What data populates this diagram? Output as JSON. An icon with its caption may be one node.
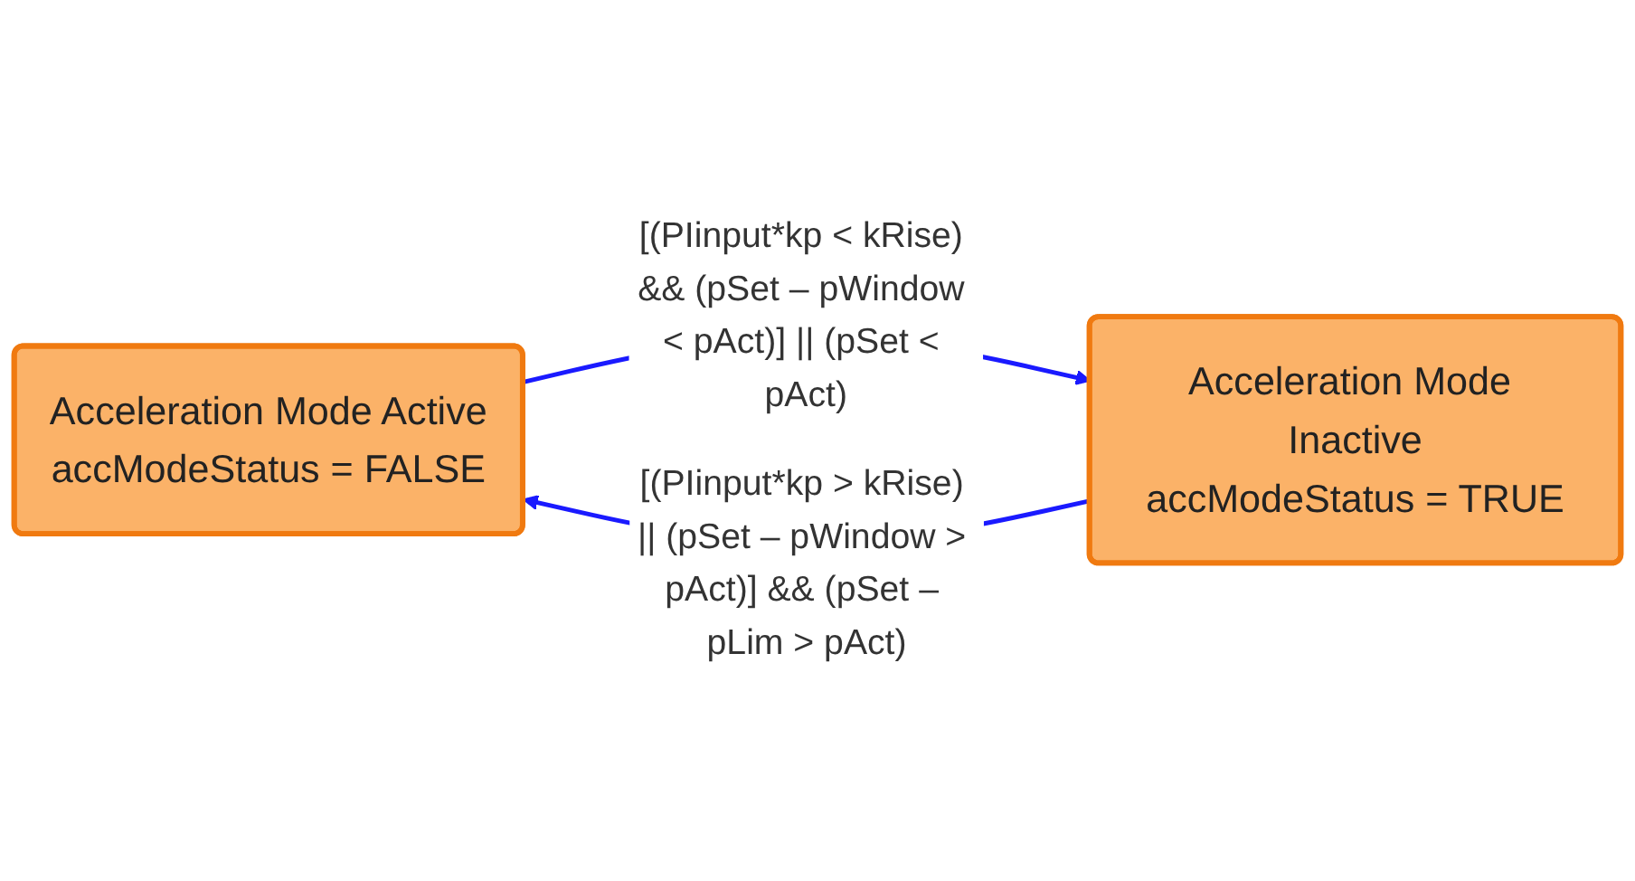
{
  "diagram": {
    "nodes": [
      {
        "text": [
          "Acceleration Mode Active",
          "accModeStatus = FALSE"
        ]
      },
      {
        "text": [
          "Acceleration Mode Inactive",
          "accModeStatus = TRUE"
        ]
      }
    ],
    "edges": [
      {
        "from": 0,
        "to": 1,
        "arrow": "to",
        "label": "[(PIinput*kp < kRise) && (pSet – pWindow < pAct)] || (pSet < pAct)"
      },
      {
        "from": 1,
        "to": 0,
        "arrow": "to",
        "label": "[(PIinput*kp > kRise) || (pSet – pWindow > pAct)] && (pSet – pLim > pAct)"
      }
    ]
  }
}
